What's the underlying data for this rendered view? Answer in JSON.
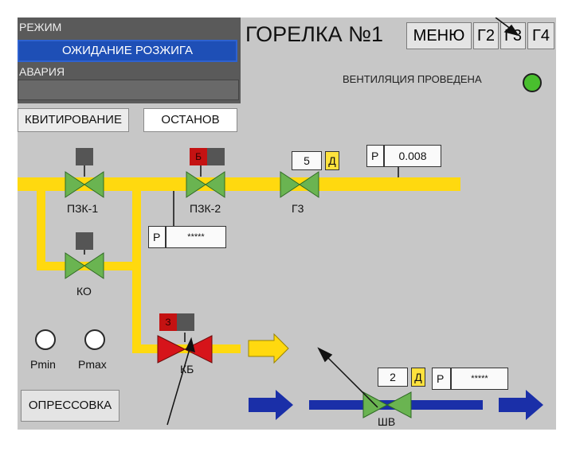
{
  "status": {
    "mode_label": "РЕЖИМ",
    "mode_value": "ОЖИДАНИЕ РОЗЖИГА",
    "alarm_label": "АВАРИЯ",
    "alarm_value": ""
  },
  "buttons": {
    "acknowledge": "КВИТИРОВАНИЕ",
    "stop": "ОСТАНОВ",
    "pressure_test": "ОПРЕССОВКА"
  },
  "header": {
    "title": "ГОРЕЛКА №1",
    "nav": [
      "МЕНЮ",
      "Г2",
      "Г3",
      "Г4"
    ]
  },
  "ventilation": {
    "label": "ВЕНТИЛЯЦИЯ ПРОВЕДЕНА",
    "lamp_color": "#49bf2e"
  },
  "valves": {
    "pzk1": "ПЗК-1",
    "pzk2": "ПЗК-2",
    "g3": "Г3",
    "ko": "КО",
    "kb": "КБ",
    "shv": "ШВ"
  },
  "indicators": {
    "pzk2_flag": "Б",
    "kb_flag": "З"
  },
  "readouts": {
    "g3_position": "5",
    "shv_position": "2",
    "d_label": "Д",
    "p_label": "Р",
    "gas_pressure": "0.008",
    "pzk2_pressure": "*****",
    "air_pressure": "*****"
  },
  "lamps": {
    "pmin": "Pmin",
    "pmax": "Pmax"
  },
  "colors": {
    "gas_pipe": "#ffd90f",
    "air_pipe": "#1a2fa8",
    "valve_open": "#6ab451",
    "valve_closed": "#d6141a",
    "panel": "#c7c7c7"
  }
}
